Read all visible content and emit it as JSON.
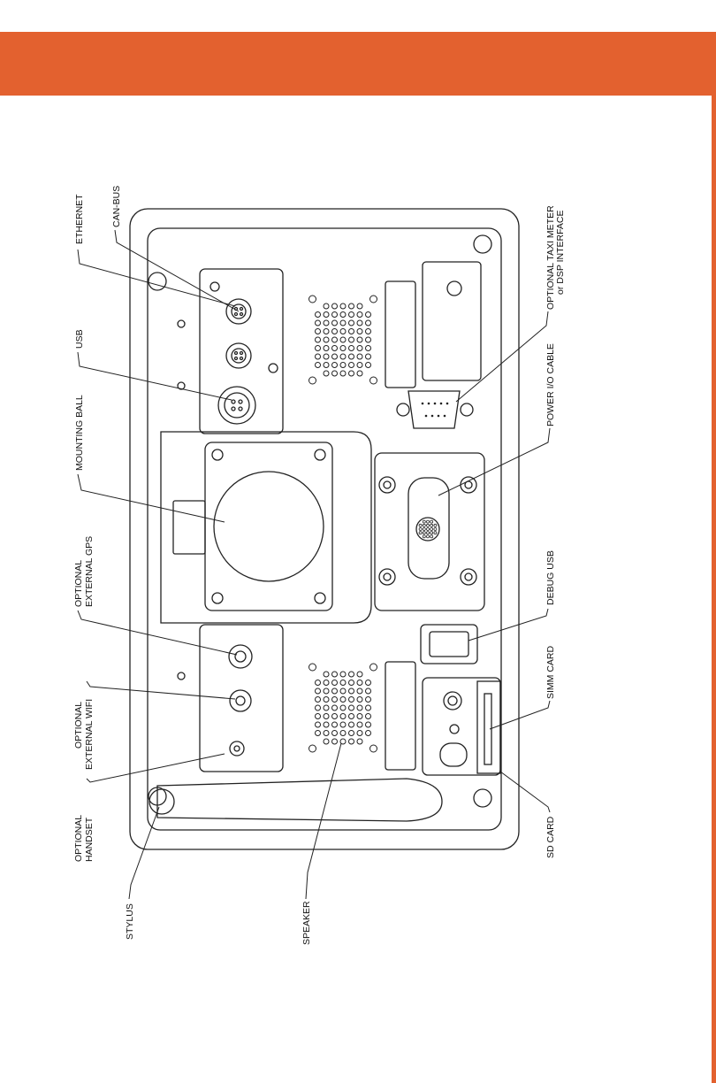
{
  "colors": {
    "accent": "#e3612f",
    "line": "#222222"
  },
  "labels": {
    "ethernet": "ETHERNET",
    "can_bus": "CAN-BUS",
    "usb": "USB",
    "mounting_ball": "MOUNTING BALL",
    "ext_gps_1": "OPTIONAL",
    "ext_gps_2": "EXTERNAL GPS",
    "ext_wifi_1": "OPTIONAL",
    "ext_wifi_2": "EXTERNAL WIFI",
    "handset_1": "OPTIONAL",
    "handset_2": "HANDSET",
    "stylus": "STYLUS",
    "speaker": "SPEAKER",
    "taxi_1": "OPTIONAL TAXI METER",
    "taxi_2": "or DSP INTERFACE",
    "power_io": "POWER I/O CABLE",
    "debug_usb": "DEBUG USB",
    "simm_card": "SIMM CARD",
    "sd_card": "SD CARD"
  }
}
